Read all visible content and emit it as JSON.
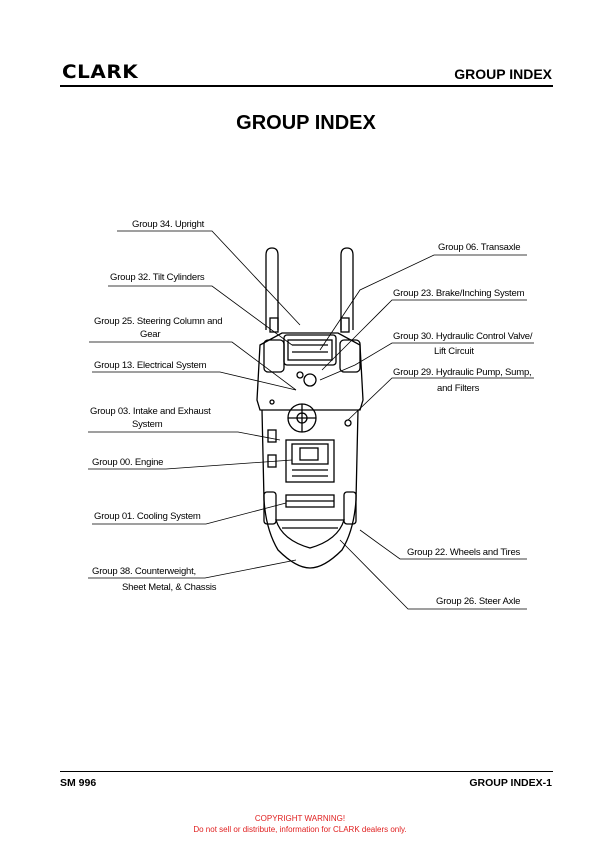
{
  "header": {
    "logo": "CLARK",
    "title": "GROUP INDEX"
  },
  "page_title": "GROUP INDEX",
  "labels": {
    "g34": "Group 34. Upright",
    "g32": "Group 32. Tilt Cylinders",
    "g25a": "Group 25. Steering Column and",
    "g25b": "Gear",
    "g13": "Group 13. Electrical System",
    "g03a": "Group 03. Intake and Exhaust",
    "g03b": "System",
    "g00": "Group 00. Engine",
    "g01": "Group 01. Cooling System",
    "g38a": "Group 38. Counterweight,",
    "g38b": "Sheet Metal, & Chassis",
    "g06": "Group 06. Transaxle",
    "g23": "Group 23. Brake/Inching System",
    "g30a": "Group 30. Hydraulic Control Valve/",
    "g30b": "Lift Circuit",
    "g29a": "Group 29. Hydraulic Pump, Sump,",
    "g29b": "and Filters",
    "g22": "Group 22. Wheels and Tires",
    "g26": "Group 26. Steer Axle"
  },
  "footer": {
    "left": "SM 996",
    "right": "GROUP INDEX-1"
  },
  "copyright": {
    "line1": "COPYRIGHT WARNING!",
    "line2": "Do not sell or distribute, information for CLARK dealers only."
  }
}
